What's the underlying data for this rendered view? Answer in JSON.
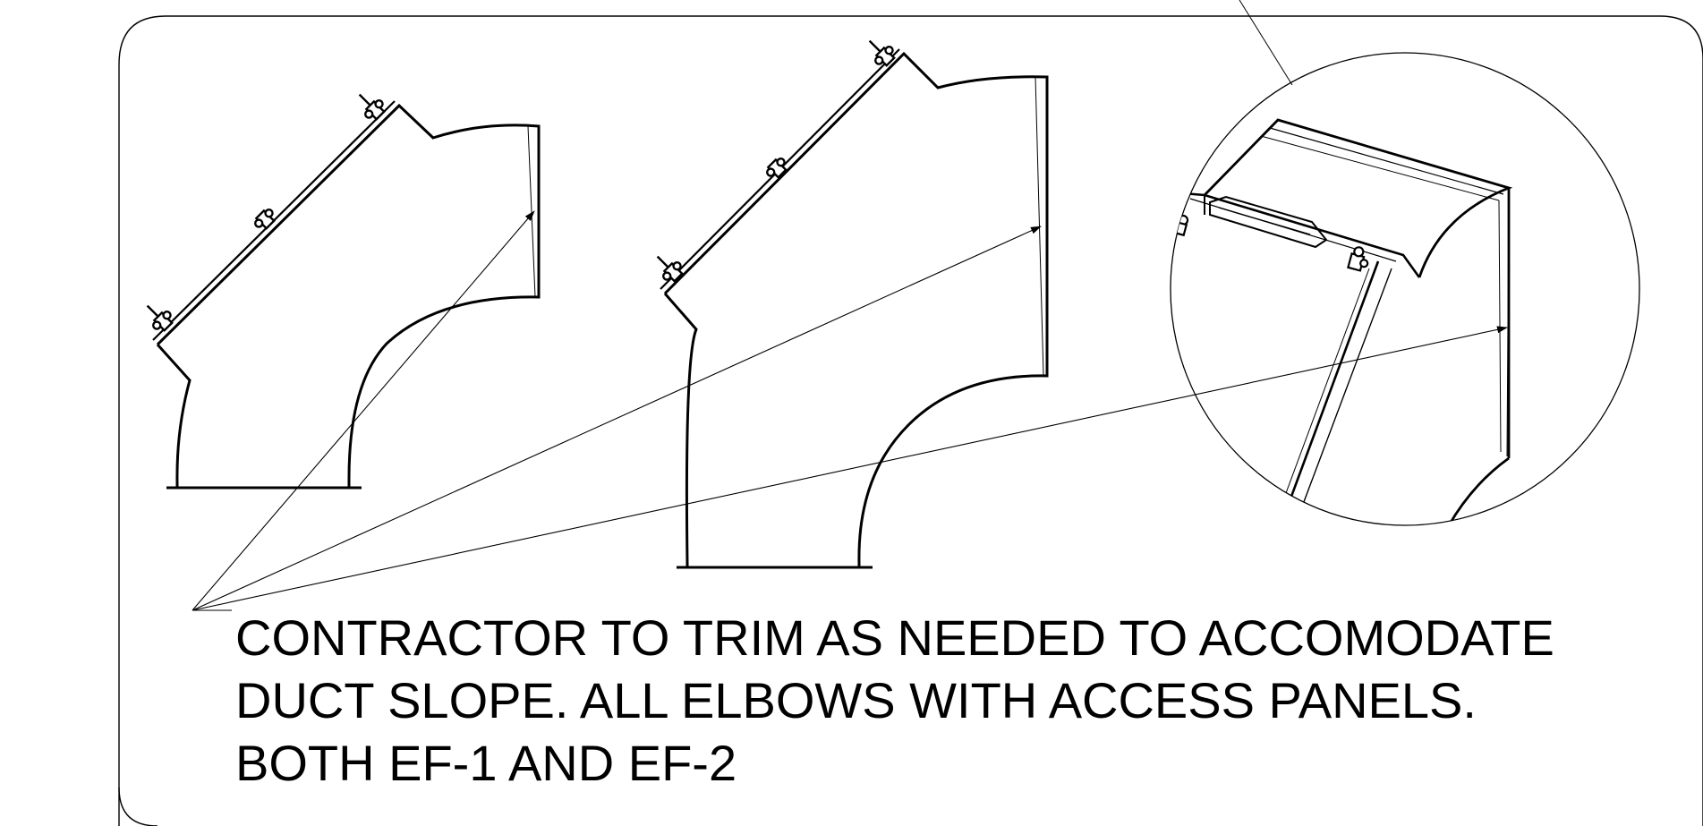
{
  "note": {
    "lines": [
      "CONTRACTOR TO TRIM AS NEEDED TO ACCOMODATE",
      "DUCT SLOPE. ALL ELBOWS WITH ACCESS PANELS.",
      "BOTH EF-1 AND EF-2"
    ]
  },
  "colors": {
    "line": "#000000",
    "background": "#ffffff"
  }
}
